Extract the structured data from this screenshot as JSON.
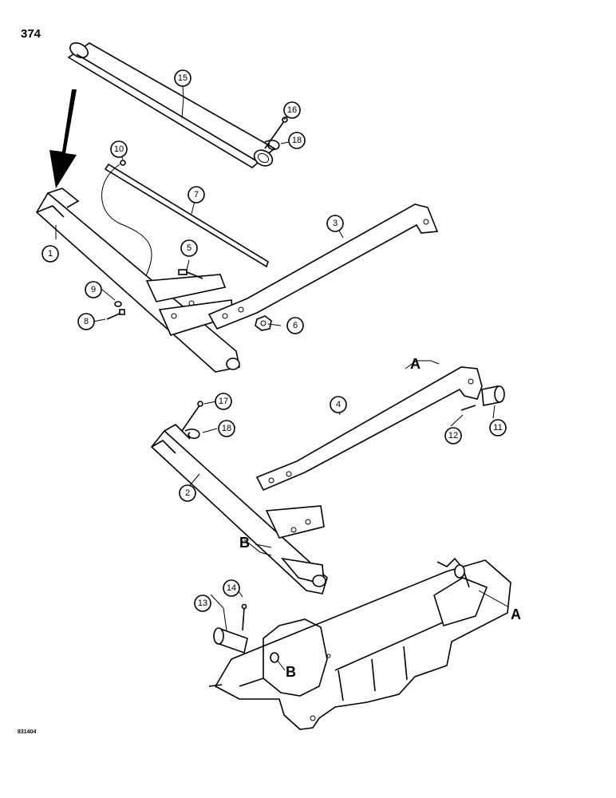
{
  "page_number": "374",
  "drawing_code": "831404",
  "callouts": [
    {
      "id": "callout-1",
      "label": "1"
    },
    {
      "id": "callout-2",
      "label": "2"
    },
    {
      "id": "callout-3",
      "label": "3"
    },
    {
      "id": "callout-4",
      "label": "4"
    },
    {
      "id": "callout-5",
      "label": "5"
    },
    {
      "id": "callout-6",
      "label": "6"
    },
    {
      "id": "callout-7",
      "label": "7"
    },
    {
      "id": "callout-8",
      "label": "8"
    },
    {
      "id": "callout-9",
      "label": "9"
    },
    {
      "id": "callout-10",
      "label": "10"
    },
    {
      "id": "callout-11",
      "label": "11"
    },
    {
      "id": "callout-12",
      "label": "12"
    },
    {
      "id": "callout-13",
      "label": "13"
    },
    {
      "id": "callout-14",
      "label": "14"
    },
    {
      "id": "callout-15",
      "label": "15"
    },
    {
      "id": "callout-16",
      "label": "16"
    },
    {
      "id": "callout-17",
      "label": "17"
    },
    {
      "id": "callout-18a",
      "label": "18"
    },
    {
      "id": "callout-18b",
      "label": "18"
    }
  ],
  "reference_letters": {
    "a": "A",
    "b": "B"
  }
}
